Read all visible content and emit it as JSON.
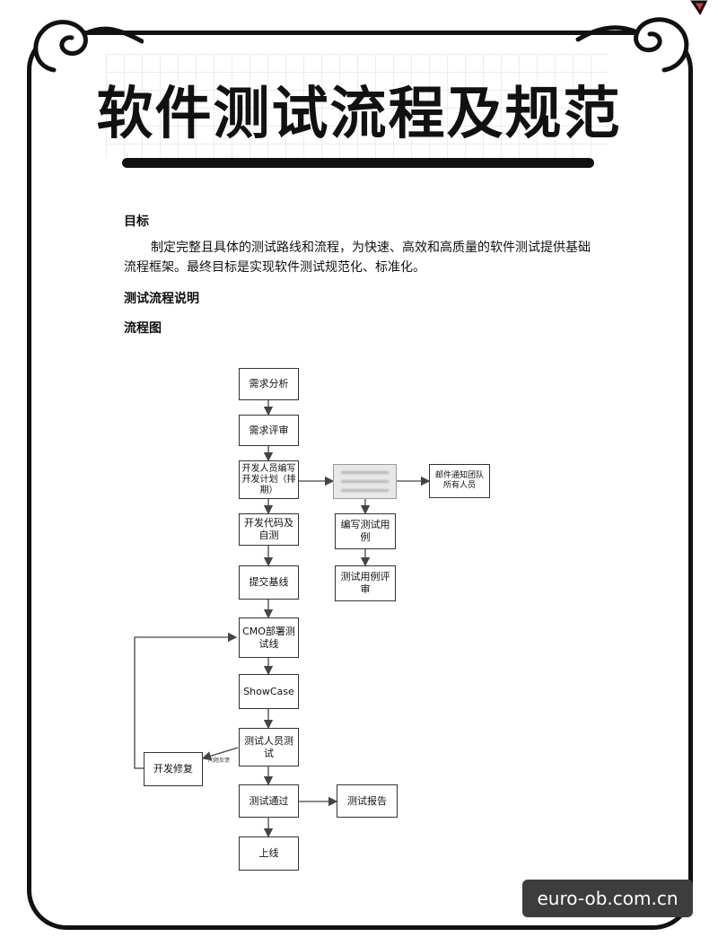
{
  "title": "软件测试流程及规范",
  "section_goal": {
    "heading": "目标",
    "text": "制定完整且具体的测试路线和流程，为快速、高效和高质量的软件测试提供基础流程框架。最终目标是实现软件测试规范化、标准化。"
  },
  "section_process": {
    "heading": "测试流程说明"
  },
  "section_flowchart": {
    "heading": "流程图"
  },
  "flowchart": {
    "nodes": {
      "req_analysis": "需求分析",
      "req_review": "需求评审",
      "dev_plan": "开发人员编写开发计划（排期）",
      "dev_code": "开发代码及自测",
      "submit_baseline": "提交基线",
      "cmo_deploy": "CMO部署测试线",
      "showcase": "ShowCase",
      "tester_test": "测试人员测试",
      "dev_fix": "开发修复",
      "test_pass": "测试通过",
      "test_report": "测试报告",
      "go_live": "上线",
      "write_cases": "编写测试用例",
      "case_review": "测试用例评审",
      "email_notify": "邮件通知团队所有人员"
    },
    "edge_labels": {
      "bug_feedback": "问题反馈"
    }
  },
  "watermark": "euro-ob.com.cn"
}
